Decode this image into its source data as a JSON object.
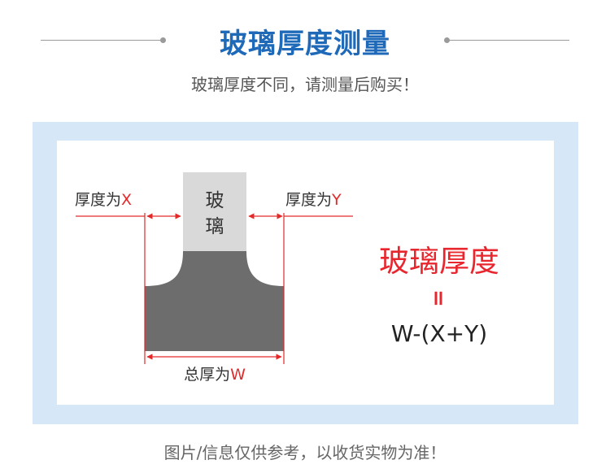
{
  "header": {
    "title": "玻璃厚度测量",
    "subtitle": "玻璃厚度不同，请测量后购买！"
  },
  "diagram": {
    "glass_label_top": "玻",
    "glass_label_bottom": "璃",
    "left_label_text": "厚度为",
    "left_label_var": "X",
    "right_label_text": "厚度为",
    "right_label_var": "Y",
    "total_label_text": "总厚为",
    "total_label_var": "W"
  },
  "formula": {
    "result": "玻璃厚度",
    "equals": "=",
    "expression": "W-(X+Y)"
  },
  "footer": {
    "note": "图片/信息仅供参考，以收货实物为准！"
  },
  "colors": {
    "title_blue": "#1f69b9",
    "panel_blue": "#d6e7f7",
    "accent_red": "#e32a2a",
    "frame_gray": "#6d6d6d",
    "glass_gray": "#d9d9d9"
  }
}
